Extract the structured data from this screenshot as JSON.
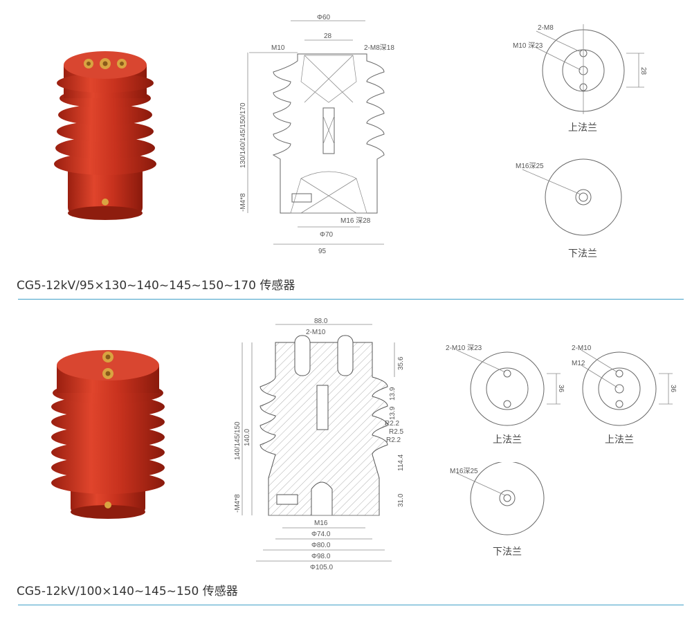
{
  "product1": {
    "caption": "CG5-12kV/95×130~140~145~150~170 传感器",
    "section": {
      "phi60": "Φ60",
      "dim28": "28",
      "m10": "M10",
      "m8": "2-M8深18",
      "height": "130/140/145/150/170",
      "m4": "-M4*8",
      "m16": "M16 深28",
      "phi70": "Φ70",
      "w95": "95"
    },
    "upper": {
      "m8": "2-M8",
      "m10": "M10 深23",
      "d28": "28",
      "title": "上法兰"
    },
    "lower": {
      "m16": "M16深25",
      "title": "下法兰"
    }
  },
  "product2": {
    "caption": "CG5-12kV/100×140~145~150 传感器",
    "section": {
      "top": "88.0",
      "m10": "2-M10",
      "d356": "35.6",
      "d139a": "13.9",
      "d139b": "13.9",
      "r22": "R2.2",
      "r25": "R2.5",
      "r22b": "R2.2",
      "h1144": "114.4",
      "d310": "31.0",
      "h1400": "140.0",
      "hvar": "140/145/150",
      "m4": "-M4*8",
      "m16": "M16",
      "p740": "Φ74.0",
      "p800": "Φ80.0",
      "p980": "Φ98.0",
      "p1050": "Φ105.0"
    },
    "upperA": {
      "m10": "2-M10 深23",
      "d36": "36",
      "title": "上法兰"
    },
    "upperB": {
      "m10": "2-M10",
      "m12": "M12",
      "d36": "36",
      "title": "上法兰"
    },
    "lower": {
      "m16": "M16深25",
      "title": "下法兰"
    }
  },
  "colors": {
    "insulator": "#c8321e",
    "rule": "#3fa0c8",
    "brass": "#d9a441"
  }
}
